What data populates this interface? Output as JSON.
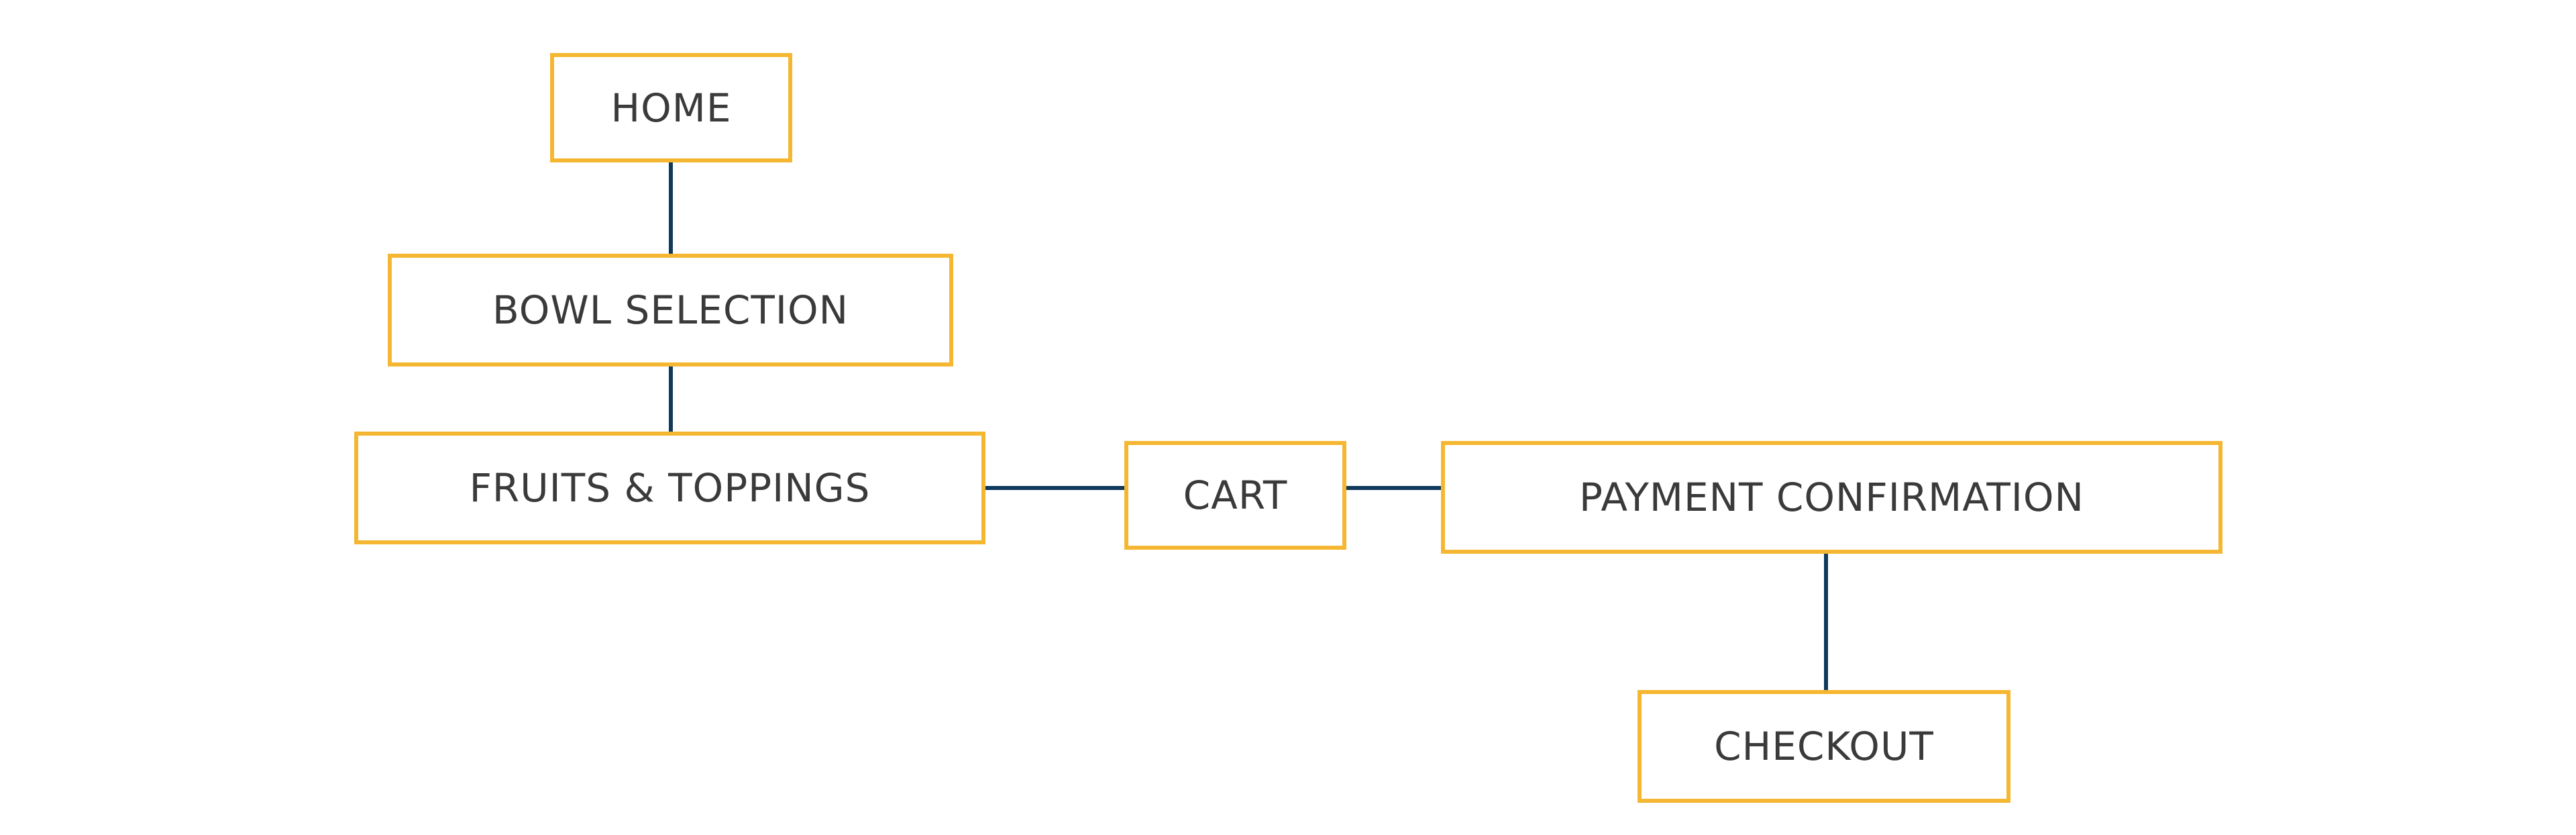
{
  "colors": {
    "box_border": "#f5b731",
    "connector": "#0f3a5c",
    "text": "#3a3a3a",
    "background": "#ffffff"
  },
  "nodes": {
    "home": "HOME",
    "bowl_selection": "BOWL SELECTION",
    "fruits_toppings": "FRUITS & TOPPINGS",
    "cart": "CART",
    "payment_confirmation": "PAYMENT CONFIRMATION",
    "checkout": "CHECKOUT"
  },
  "edges": [
    [
      "home",
      "bowl_selection"
    ],
    [
      "bowl_selection",
      "fruits_toppings"
    ],
    [
      "fruits_toppings",
      "cart"
    ],
    [
      "cart",
      "payment_confirmation"
    ],
    [
      "payment_confirmation",
      "checkout"
    ]
  ]
}
